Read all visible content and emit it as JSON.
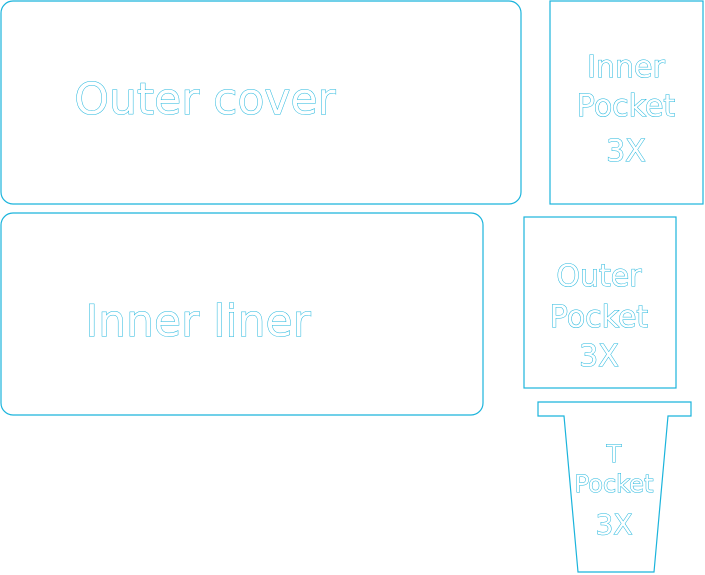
{
  "colors": {
    "outline": "#1bb4dc",
    "background": "#ffffff"
  },
  "pieces": {
    "outer_cover": {
      "label_lines": [
        "Outer cover"
      ]
    },
    "inner_liner": {
      "label_lines": [
        "Inner liner"
      ]
    },
    "inner_pocket": {
      "label_lines": [
        "Inner",
        "Pocket",
        "3X"
      ]
    },
    "outer_pocket": {
      "label_lines": [
        "Outer",
        "Pocket",
        "3X"
      ]
    },
    "t_pocket": {
      "label_lines": [
        "T",
        "Pocket",
        "3X"
      ]
    }
  }
}
